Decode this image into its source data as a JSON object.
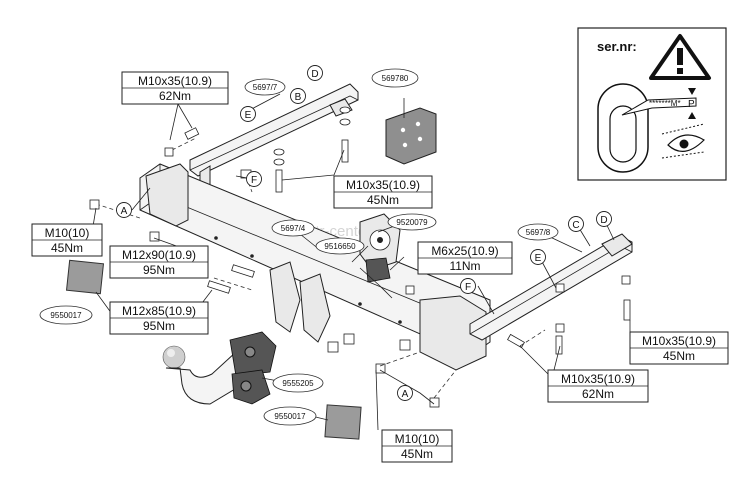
{
  "ser_panel": {
    "label": "ser.nr:",
    "plate_text": "*******M*",
    "plate_letter": "P"
  },
  "watermark": "autocentr-center.ru",
  "specs": {
    "m10x35_top_left": {
      "line1": "M10x35(10.9)",
      "line2": "62Nm"
    },
    "m10x35_top_center": {
      "line1": "M10x35(10.9)",
      "line2": "45Nm"
    },
    "m10_left": {
      "line1": "M10(10)",
      "line2": "45Nm"
    },
    "m12x90": {
      "line1": "M12x90(10.9)",
      "line2": "95Nm"
    },
    "m6x25": {
      "line1": "M6x25(10.9)",
      "line2": "11Nm"
    },
    "m12x85": {
      "line1": "M12x85(10.9)",
      "line2": "95Nm"
    },
    "m10x35_right_45": {
      "line1": "M10x35(10.9)",
      "line2": "45Nm"
    },
    "m10x35_right_62": {
      "line1": "M10x35(10.9)",
      "line2": "62Nm"
    },
    "m10_bottom": {
      "line1": "M10(10)",
      "line2": "45Nm"
    }
  },
  "parts": {
    "p5697_7": "5697/7",
    "p569780": "569780",
    "p5697_4": "5697/4",
    "p9520079": "9520079",
    "p9516650": "9516650",
    "p5697_8": "5697/8",
    "p9550017_left": "9550017",
    "p9555205": "9555205",
    "p9550017_bottom": "9550017"
  },
  "letters": {
    "d_top": "D",
    "b": "B",
    "e_top": "E",
    "f_top": "F",
    "a_left": "A",
    "c": "C",
    "d_right": "D",
    "e_right": "E",
    "f_right": "F",
    "a_bottom": "A"
  }
}
